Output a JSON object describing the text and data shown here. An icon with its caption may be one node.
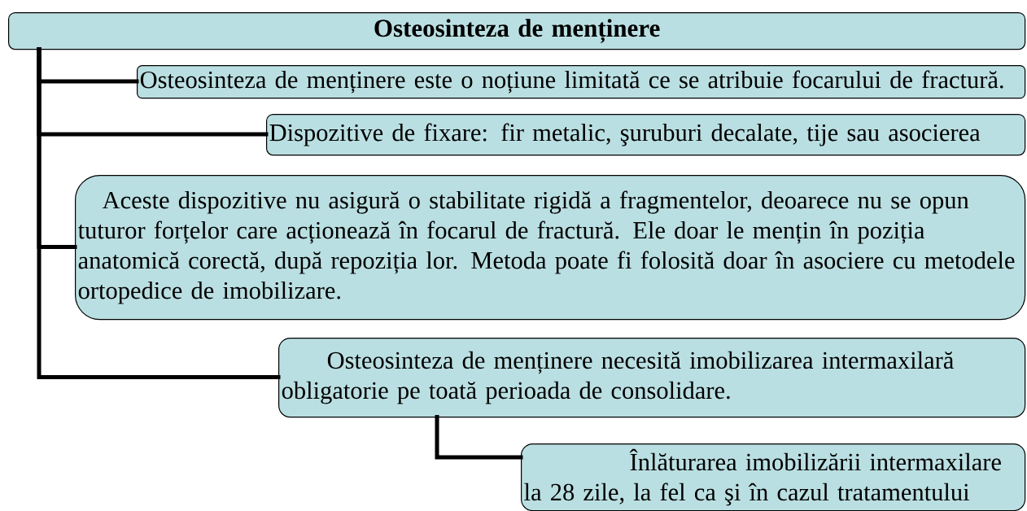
{
  "diagram": {
    "nodes": [
      {
        "text": [
          "Osteosinteza de menținere"
        ]
      },
      {
        "text": [
          "Osteosinteza de menținere este o noțiune limitată ce se atribuie focarului de fractură."
        ]
      },
      {
        "text": [
          "Dispozitive de fixare: fir metalic, şuruburi decalate, tije sau asocierea"
        ]
      },
      {
        "text": [
          "Aceste dispozitive nu asigură o stabilitate rigidă a fragmentelor, deoarece nu se opun tuturor forțelor care acționează în focarul de fractură. Ele doar  le mențin în poziția anatomică corectă, după repoziția lor. Metoda  poate fi folosită doar în asociere cu metodele ortopedice de imobilizare."
        ]
      },
      {
        "text": [
          "Osteosinteza de menținere necesită imobilizarea intermaxilară obligatorie pe toată perioada de consolidare."
        ]
      },
      {
        "text": [
          "Înlăturarea imobilizării intermaxilare la 28 zile, la fel ca şi în cazul tratamentului"
        ]
      }
    ],
    "edges": [
      {
        "from": 0,
        "to": 1,
        "arrow": "none"
      },
      {
        "from": 0,
        "to": 2,
        "arrow": "none"
      },
      {
        "from": 0,
        "to": 3,
        "arrow": "none"
      },
      {
        "from": 0,
        "to": 4,
        "arrow": "none"
      },
      {
        "from": 4,
        "to": 5,
        "arrow": "none"
      }
    ]
  }
}
